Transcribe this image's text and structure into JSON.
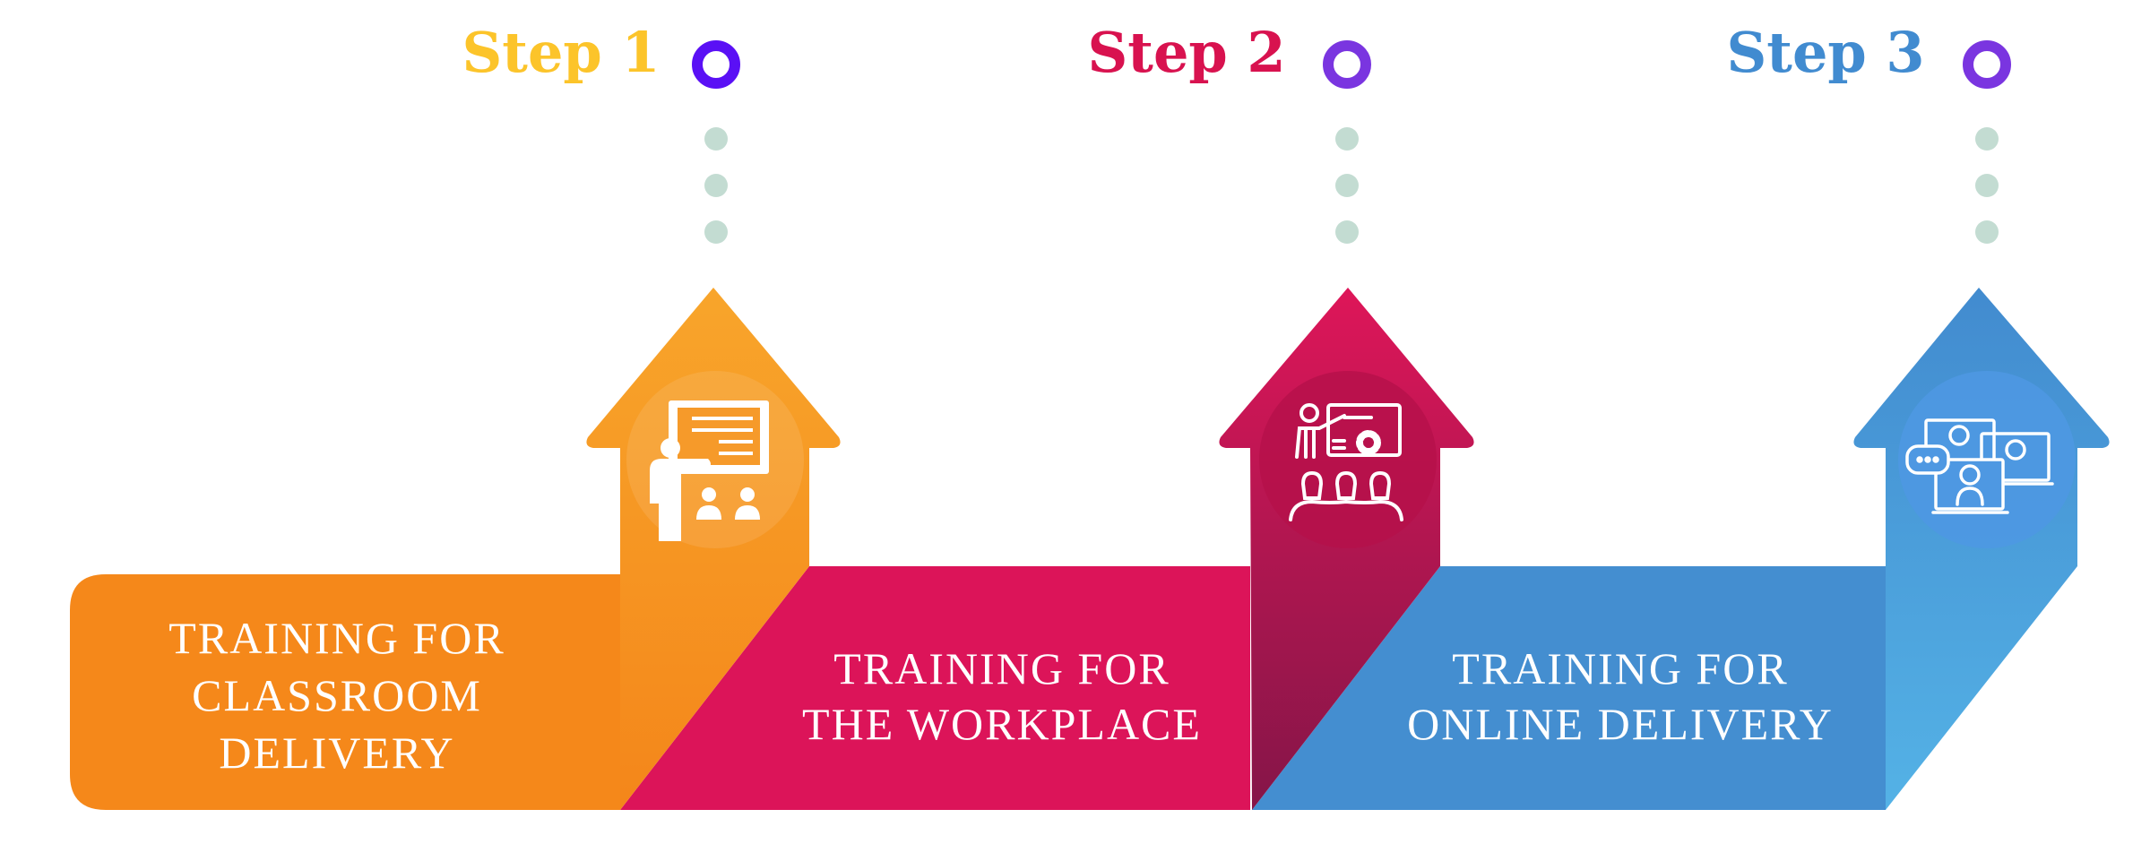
{
  "steps": [
    {
      "title": "Step 1",
      "label_lines": [
        "TRAINING FOR",
        "CLASSROOM",
        "DELIVERY"
      ],
      "icon": "classroom-teacher-icon",
      "color": "#fcc42a",
      "marker_color": "#5a10f5"
    },
    {
      "title": "Step 2",
      "label_lines": [
        "TRAINING FOR",
        "THE WORKPLACE"
      ],
      "icon": "workplace-presentation-icon",
      "color": "#d8124f",
      "marker_color": "#7a35e0"
    },
    {
      "title": "Step 3",
      "label_lines": [
        "TRAINING FOR",
        "ONLINE DELIVERY"
      ],
      "icon": "online-meeting-icon",
      "color": "#418bd0",
      "marker_color": "#7a35e0"
    }
  ],
  "colors": {
    "orange": "#f5881a",
    "pink": "#dc1459",
    "blue": "#448ed0",
    "dots": "#c3dcd2"
  }
}
